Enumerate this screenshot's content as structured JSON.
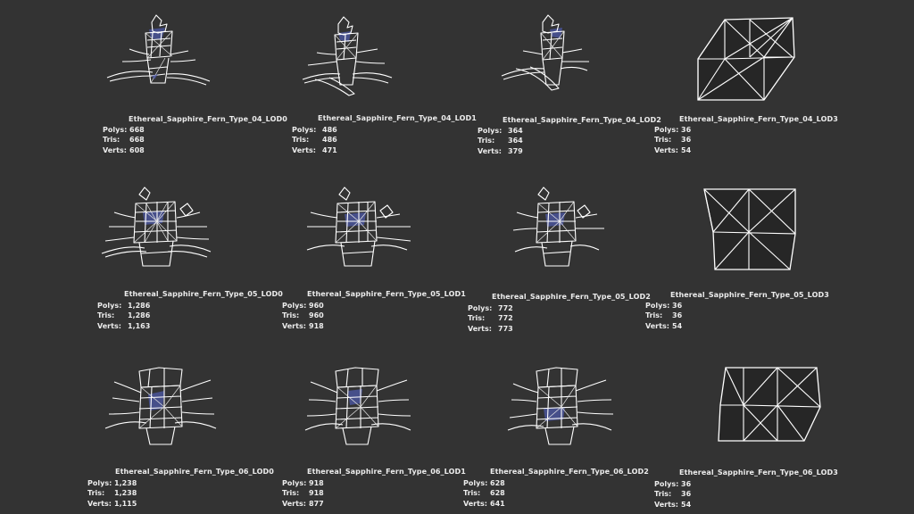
{
  "labels": {
    "polys": "Polys:",
    "tris": "Tris:",
    "verts": "Verts:"
  },
  "colors": {
    "background": "#333333",
    "wire": "#ffffff",
    "highlight": "#4d5aa8"
  },
  "grid": [
    {
      "name": "Ethereal_Sapphire_Fern_Type_04_LOD0",
      "polys": "668",
      "tris": "668",
      "verts": "608",
      "icon": "fern-wireframe-icon"
    },
    {
      "name": "Ethereal_Sapphire_Fern_Type_04_LOD1",
      "polys": "486",
      "tris": "486",
      "verts": "471",
      "icon": "fern-wireframe-icon"
    },
    {
      "name": "Ethereal_Sapphire_Fern_Type_04_LOD2",
      "polys": "364",
      "tris": "364",
      "verts": "379",
      "icon": "fern-wireframe-icon"
    },
    {
      "name": "Ethereal_Sapphire_Fern_Type_04_LOD3",
      "polys": "36",
      "tris": "36",
      "verts": "54",
      "icon": "box-wireframe-icon"
    },
    {
      "name": "Ethereal_Sapphire_Fern_Type_05_LOD0",
      "polys": "1,286",
      "tris": "1,286",
      "verts": "1,163",
      "icon": "fern-wireframe-icon"
    },
    {
      "name": "Ethereal_Sapphire_Fern_Type_05_LOD1",
      "polys": "960",
      "tris": "960",
      "verts": "918",
      "icon": "fern-wireframe-icon"
    },
    {
      "name": "Ethereal_Sapphire_Fern_Type_05_LOD2",
      "polys": "772",
      "tris": "772",
      "verts": "773",
      "icon": "fern-wireframe-icon"
    },
    {
      "name": "Ethereal_Sapphire_Fern_Type_05_LOD3",
      "polys": "36",
      "tris": "36",
      "verts": "54",
      "icon": "box-wireframe-icon"
    },
    {
      "name": "Ethereal_Sapphire_Fern_Type_06_LOD0",
      "polys": "1,238",
      "tris": "1,238",
      "verts": "1,115",
      "icon": "fern-wireframe-icon"
    },
    {
      "name": "Ethereal_Sapphire_Fern_Type_06_LOD1",
      "polys": "918",
      "tris": "918",
      "verts": "877",
      "icon": "fern-wireframe-icon"
    },
    {
      "name": "Ethereal_Sapphire_Fern_Type_06_LOD2",
      "polys": "628",
      "tris": "628",
      "verts": "641",
      "icon": "fern-wireframe-icon"
    },
    {
      "name": "Ethereal_Sapphire_Fern_Type_06_LOD3",
      "polys": "36",
      "tris": "36",
      "verts": "54",
      "icon": "box-wireframe-icon"
    }
  ]
}
